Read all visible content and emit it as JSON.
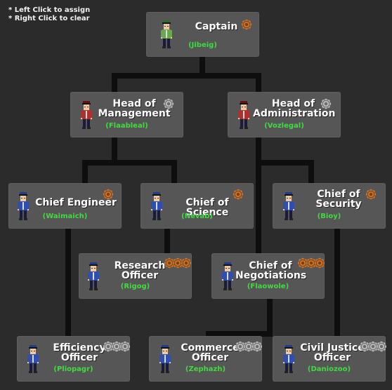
{
  "instructions": [
    "* Left Click to assign",
    "* Right Click to clear"
  ],
  "colors": {
    "background": "#2b2b2b",
    "box": "#565656",
    "connector": "#0e0e0e",
    "name_text": "#3fdc3f",
    "title_text": "#ffffff",
    "uniform_green": "#6aa84f",
    "uniform_red": "#b03030",
    "uniform_blue": "#2f4fb0",
    "badge_bronze": "#c8742c",
    "badge_silver": "#b8b8b8"
  },
  "positions": [
    {
      "id": "captain",
      "title": "Captain",
      "crew": "(Jibeig)",
      "uniform": "green",
      "badge_icon": "single-bronze-medal-icon"
    },
    {
      "id": "head-of-management",
      "title": "Head of\nManagement",
      "crew": "(Flaableal)",
      "uniform": "red",
      "badge_icon": "single-silver-medal-icon"
    },
    {
      "id": "head-of-administration",
      "title": "Head of\nAdministration",
      "crew": "(Vozlegal)",
      "uniform": "red",
      "badge_icon": "single-silver-medal-icon"
    },
    {
      "id": "chief-engineer",
      "title": "Chief Engineer",
      "crew": "(Waimaich)",
      "uniform": "blue",
      "badge_icon": "single-bronze-medal-icon"
    },
    {
      "id": "chief-of-science",
      "title": "Chief of Science",
      "crew": "(Nevab)",
      "uniform": "blue",
      "badge_icon": "single-bronze-medal-icon"
    },
    {
      "id": "chief-of-security",
      "title": "Chief of\nSecurity",
      "crew": "(Bioy)",
      "uniform": "blue",
      "badge_icon": "single-bronze-medal-icon"
    },
    {
      "id": "research-officer",
      "title": "Research\nOfficer",
      "crew": "(Rigog)",
      "uniform": "blue",
      "badge_icon": "triple-bronze-medals-icon"
    },
    {
      "id": "chief-of-negotiations",
      "title": "Chief of\nNegotiations",
      "crew": "(Flaowole)",
      "uniform": "blue",
      "badge_icon": "triple-bronze-medals-icon"
    },
    {
      "id": "efficiency-officer",
      "title": "Efficiency\nOfficer",
      "crew": "(Pliopagr)",
      "uniform": "blue",
      "badge_icon": "triple-silver-medals-icon"
    },
    {
      "id": "commerce-officer",
      "title": "Commerce\nOfficer",
      "crew": "(Zephazh)",
      "uniform": "blue",
      "badge_icon": "triple-silver-medals-icon"
    },
    {
      "id": "civil-justice-officer",
      "title": "Civil Justice\nOfficer",
      "crew": "(Daniozoo)",
      "uniform": "blue",
      "badge_icon": "triple-silver-medals-icon"
    }
  ]
}
